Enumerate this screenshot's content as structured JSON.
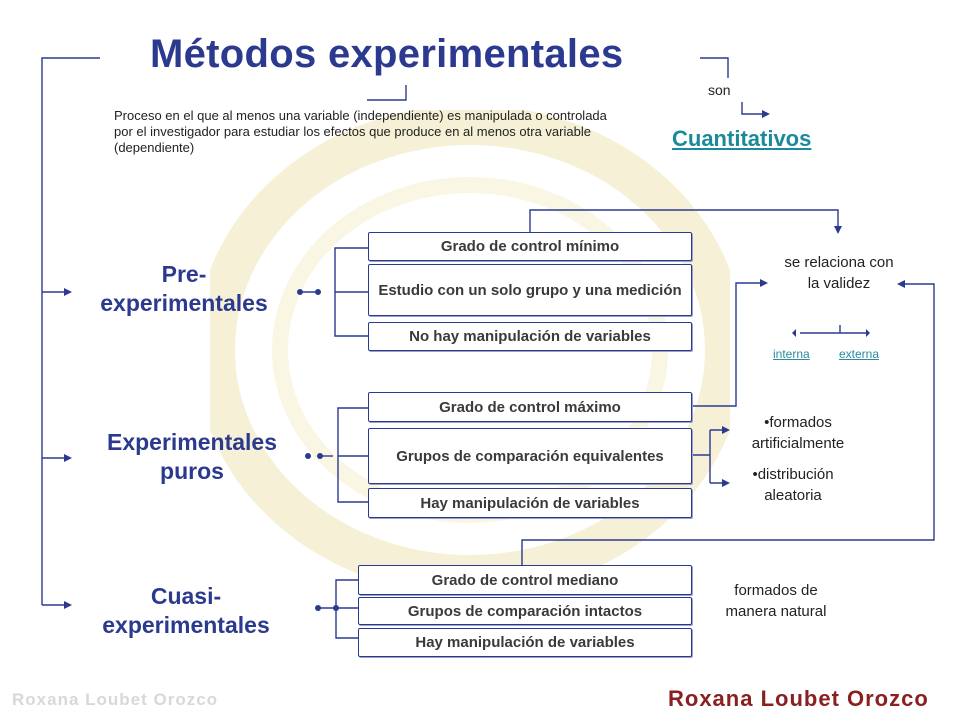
{
  "title": "Métodos experimentales",
  "son": "son",
  "cuantitativos": "Cuantitativos",
  "definition": "Proceso en el que al menos una variable (independiente) es manipulada o controlada por el investigador para estudiar los efectos que produce en al menos otra variable (dependiente)",
  "categories": [
    {
      "line1": "Pre-",
      "line2": "experimentales"
    },
    {
      "line1": "Experimentales",
      "line2": "puros"
    },
    {
      "line1": "Cuasi-",
      "line2": "experimentales"
    }
  ],
  "groups": [
    {
      "boxes": [
        "Grado de control mínimo",
        "Estudio con un solo grupo y una medición",
        "No hay manipulación de variables"
      ],
      "notes": []
    },
    {
      "boxes": [
        "Grado de control máximo",
        "Grupos de comparación equivalentes",
        "Hay manipulación de variables"
      ],
      "notes": [
        "•formados artificialmente",
        "•distribución aleatoria"
      ]
    },
    {
      "boxes": [
        "Grado de control mediano",
        "Grupos de comparación intactos",
        "Hay manipulación de variables"
      ],
      "notes": [
        "formados de manera natural"
      ]
    }
  ],
  "validity": {
    "label": "se relaciona con la validez",
    "interna": "interna",
    "externa": "externa"
  },
  "footer": {
    "watermark": "Roxana Loubet Orozco",
    "signature": "Roxana Loubet Orozco"
  },
  "colors": {
    "title": "#2b3a8f",
    "link": "#1a8a99",
    "box_border": "#2b3a8f",
    "signature": "#8a2020"
  }
}
